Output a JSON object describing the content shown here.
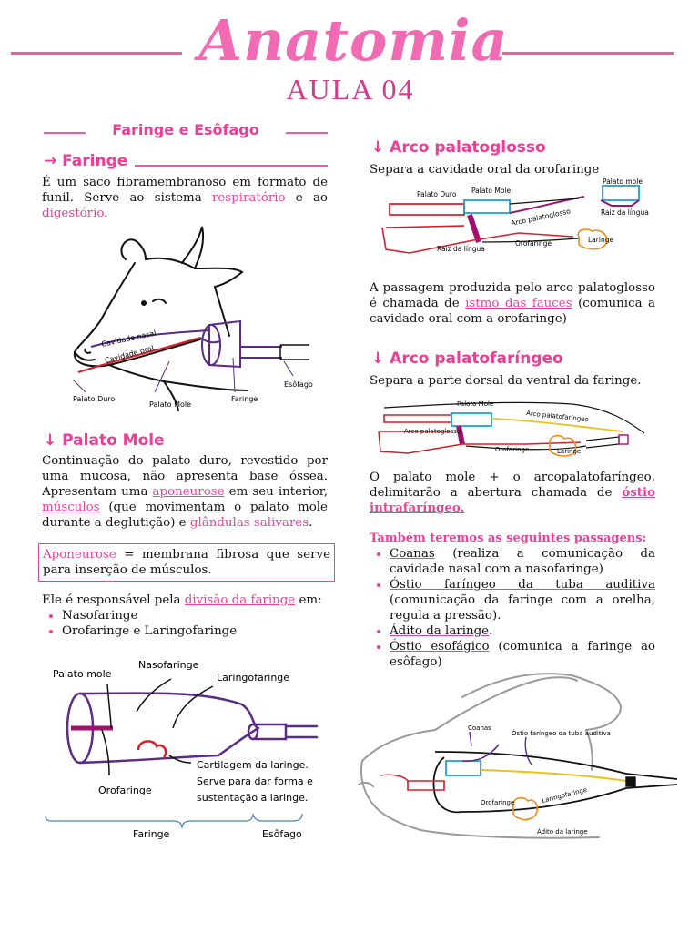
{
  "header": {
    "title": "Anatomia",
    "subtitle": "AULA 04"
  },
  "left": {
    "section_title": "Faringe e Esôfago",
    "faringe": {
      "heading": "Faringe",
      "text_1": "É um saco fibramembranoso em formato de funil. Serve ao sistema",
      "kw_resp": "respiratório",
      "text_2": "e ao",
      "kw_dig": "digestório",
      "text_3": "."
    },
    "fig1": {
      "cavidade_nasal": "Cavidade nasal",
      "cavidade_oral": "Cavidade oral",
      "palato_duro": "Palato Duro",
      "palato_mole": "Palato Mole",
      "faringe": "Faringe",
      "esofago": "Esôfago"
    },
    "palato_mole": {
      "heading": "Palato Mole",
      "t1": "Continuação do palato duro, revestido por uma mucosa, não apresenta base óssea. Apresentam uma",
      "k1": "aponeurose",
      "t2": "em seu interior,",
      "k2": "músculos",
      "t3": "(que movimentam o palato mole durante a deglutição) e",
      "k3": "glândulas salivares",
      "t4": "."
    },
    "def": {
      "term": "Aponeurose",
      "rest": "= membrana fibrosa que serve para inserção de músculos."
    },
    "divisao": {
      "t1": "Ele é responsável pela",
      "kw": "divisão da faringe",
      "t2": "em:",
      "items": [
        "Nasofaringe",
        "Orofaringe e Laringofaringe"
      ]
    },
    "fig2": {
      "palato_mole": "Palato mole",
      "nasofaringe": "Nasofaringe",
      "laringofaringe": "Laringofaringe",
      "orofaringe": "Orofaringe",
      "cartilagem_1": "Cartilagem da laringe.",
      "cartilagem_2": "Serve para dar forma e",
      "cartilagem_3": "sustentação a laringe.",
      "faringe": "Faringe",
      "esofago": "Esôfago"
    }
  },
  "right": {
    "arco1": {
      "heading": "Arco palatoglosso",
      "text": "Separa a cavidade oral da orofaringe",
      "fig": {
        "palato_duro": "Palato Duro",
        "palato_mole": "Palato Mole",
        "arco": "Arco palatoglosso",
        "raiz": "Raiz da língua",
        "orofaringe": "Orofaringe",
        "laringe": "Laringe",
        "palato_mole_2": "Palato mole",
        "raiz_2": "Raiz da língua"
      },
      "p_t1": "A passagem produzida pelo arco palatoglosso é chamada de",
      "p_kw": "istmo das fauces",
      "p_t2": "(comunica a cavidade oral com a orofaringe)"
    },
    "arco2": {
      "heading": "Arco palatofaríngeo",
      "text": "Separa a parte dorsal da ventral da faringe.",
      "fig": {
        "palato_mole": "Palato Mole",
        "arco_pf": "Arco palatofaríngeo",
        "arco_pg": "Arco palatoglosso",
        "orofaringe": "Orofaringe",
        "laringe": "Laringe"
      },
      "p_t1": "O palato mole + o arcopalatofaríngeo, delimitarão a abertura chamada de",
      "p_kw": "óstio intrafaríngeo."
    },
    "passagens": {
      "title": "Também teremos as seguintes passagens:",
      "items": [
        {
          "kw": "Coanas",
          "text": " (realiza a comunicação da cavidade nasal com a nasofaringe)"
        },
        {
          "kw": "Óstio faríngeo da tuba auditiva",
          "text": " (comunicação da faringe com a orelha, regula a pressão)."
        },
        {
          "kw": "Ádito da laringe",
          "text": "."
        },
        {
          "kw": "Óstio esofágico",
          "text": " (comunica a faringe ao esôfago)"
        }
      ]
    },
    "fig3": {
      "coanas": "Coanas",
      "ostio": "Óstio faríngeo da tuba auditiva",
      "orofaringe": "Orofaringe",
      "laringofaringe": "Laringofaringe",
      "adito": "Ádito da laringe"
    }
  },
  "colors": {
    "pink": "#e8439b",
    "purple": "#5b2a86",
    "red": "#d41e2a",
    "orange": "#f08a1e",
    "blue": "#1aa2d8",
    "yellow": "#e8c21a",
    "magenta": "#a0106e"
  }
}
